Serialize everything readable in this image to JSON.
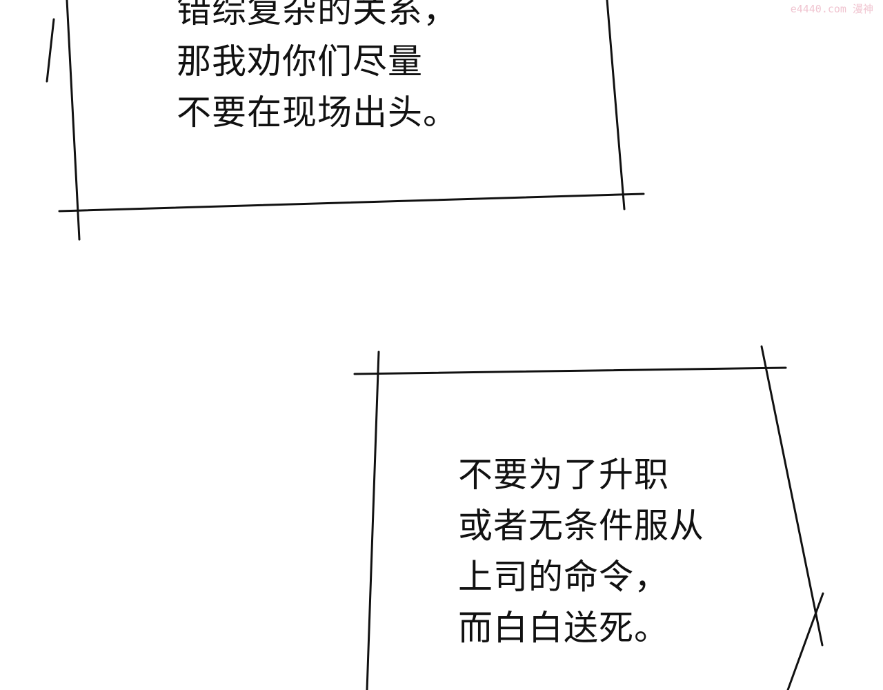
{
  "panel_top": {
    "lines": [
      "错综复杂的关系，",
      "那我劝你们尽量",
      "不要在现场出头。"
    ]
  },
  "panel_bottom": {
    "lines": [
      "不要为了升职",
      "或者无条件服从",
      "上司的命令，",
      "而白白送死。"
    ]
  },
  "watermark": "e4440.com 漫神",
  "colors": {
    "ink": "#111111",
    "watermark": "#f0c4d0",
    "background": "#ffffff"
  }
}
